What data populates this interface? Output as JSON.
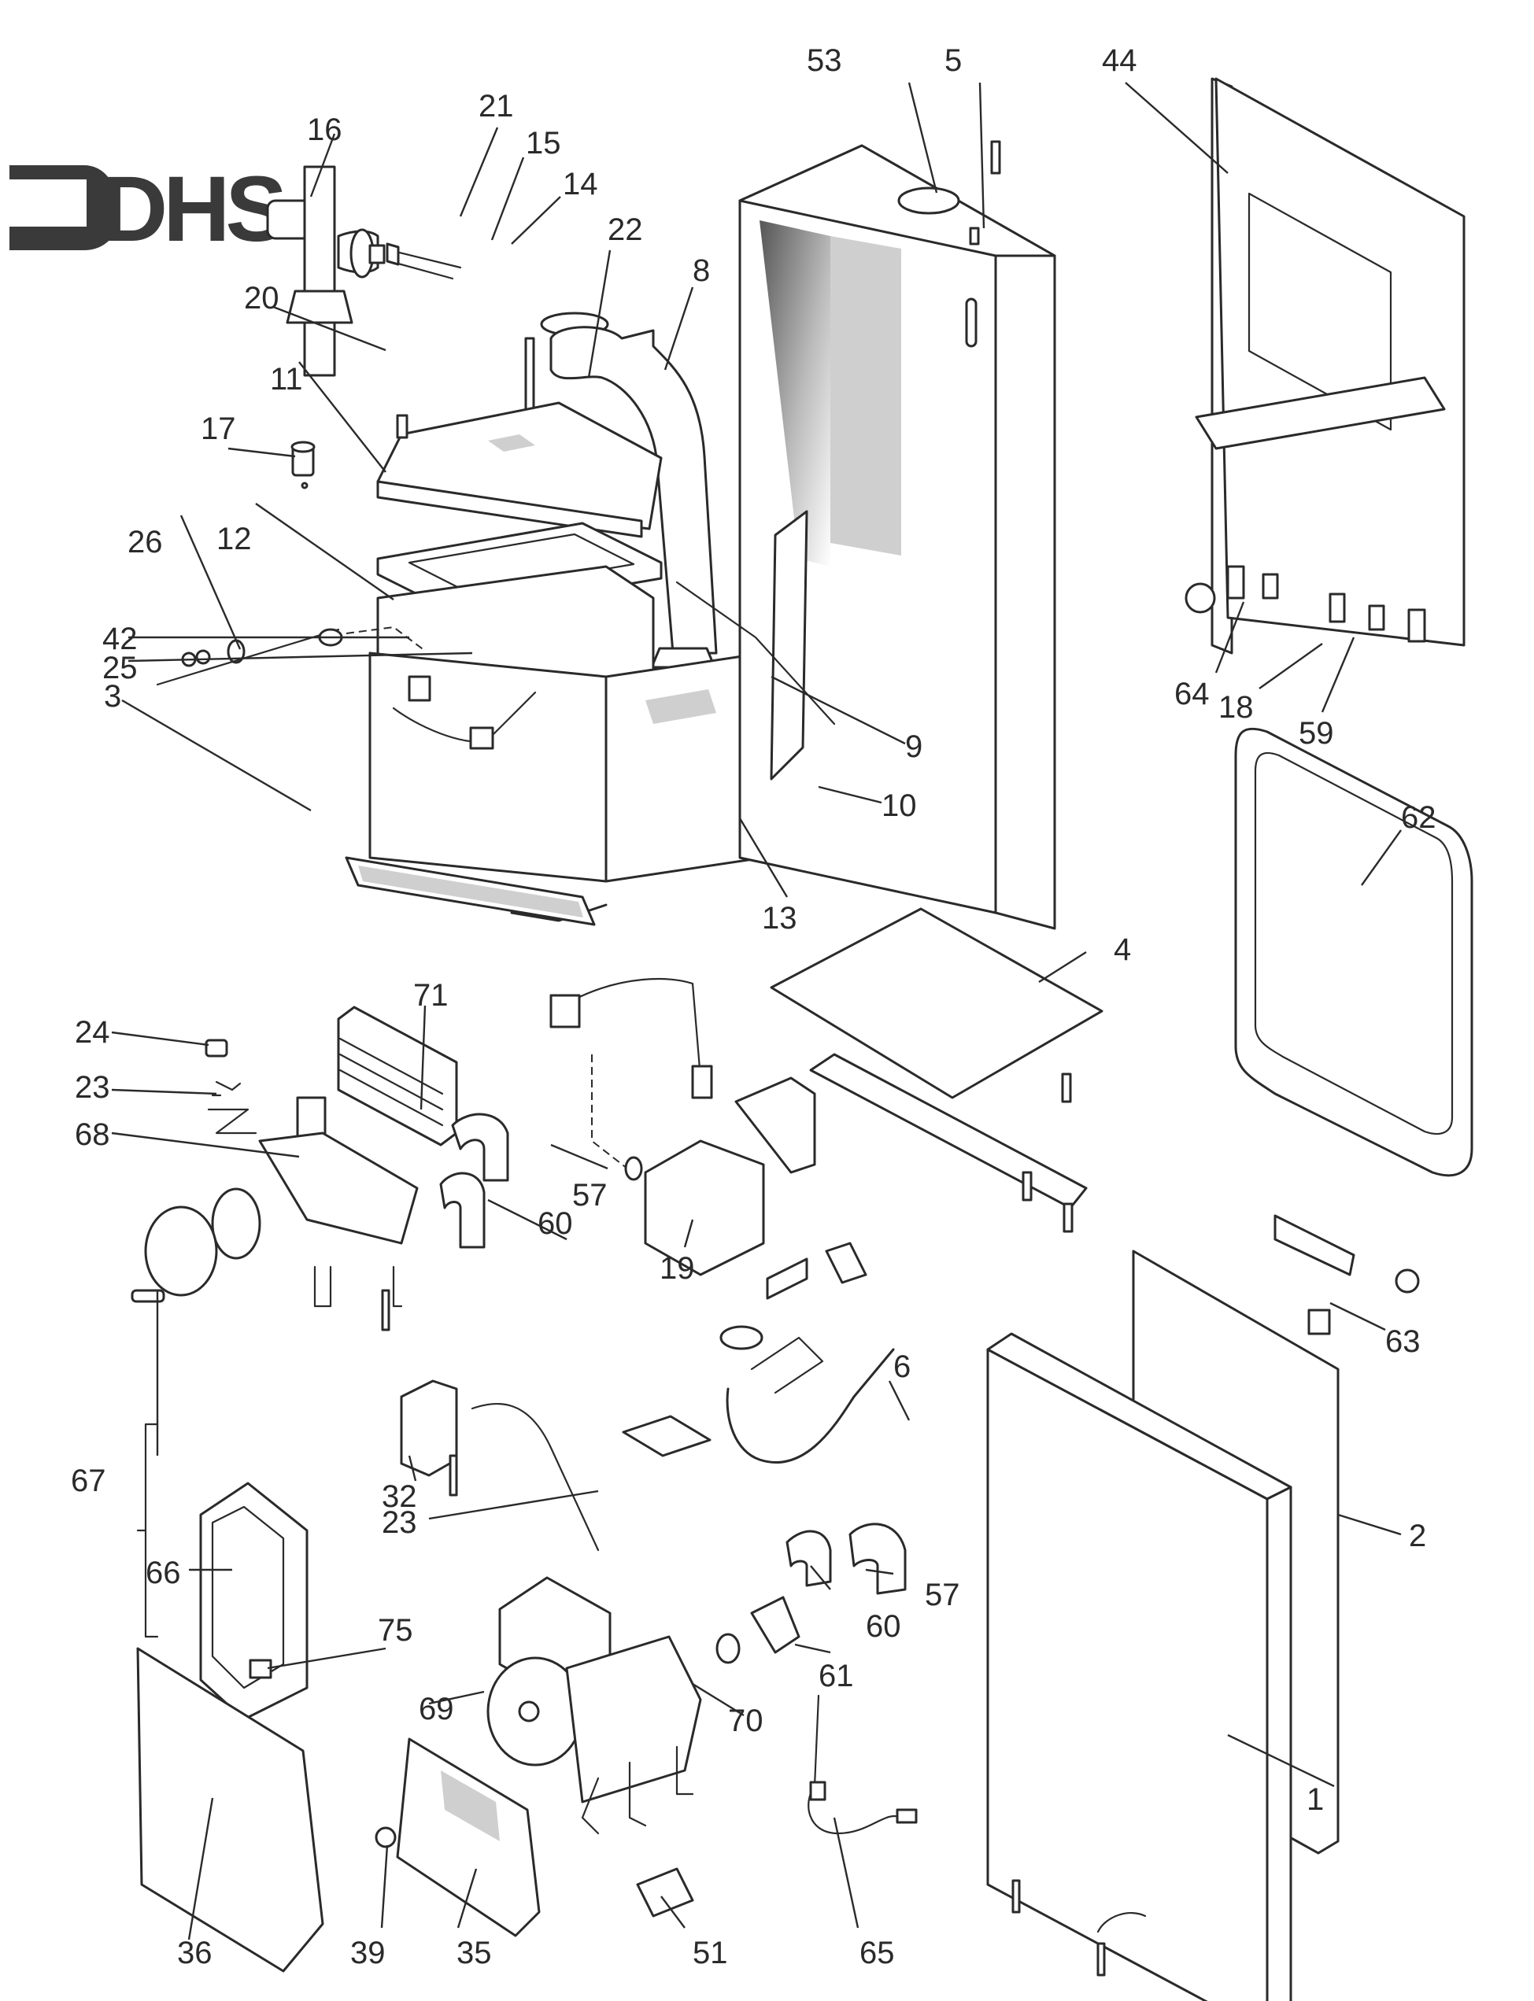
{
  "diagram": {
    "title": "Boiler exploded parts diagram",
    "logo": {
      "text": "DHS",
      "icon": "arrow-bracket-icon",
      "color": "#3a3a3a"
    },
    "line_color": "#2a2a2a",
    "background": "#ffffff",
    "callouts": [
      {
        "id": "c1",
        "label": "1",
        "part": "front-casing-panel"
      },
      {
        "id": "c2",
        "label": "2",
        "part": "control-panel-fascia"
      },
      {
        "id": "c3",
        "label": "3",
        "part": "combustion-chamber-front-gasket"
      },
      {
        "id": "c4",
        "label": "4",
        "part": "bottom-panel"
      },
      {
        "id": "c5",
        "label": "5",
        "part": "test-point"
      },
      {
        "id": "c6",
        "label": "6",
        "part": "condensate-trap-hose"
      },
      {
        "id": "c8",
        "label": "8",
        "part": "flue-duct"
      },
      {
        "id": "c9",
        "label": "9",
        "part": "seal-gasket"
      },
      {
        "id": "c10",
        "label": "10",
        "part": "side-insulation-panel"
      },
      {
        "id": "c11",
        "label": "11",
        "part": "fan-hood"
      },
      {
        "id": "c12",
        "label": "12",
        "part": "hood-gasket"
      },
      {
        "id": "c13",
        "label": "13",
        "part": "heat-exchanger"
      },
      {
        "id": "c14",
        "label": "14",
        "part": "gas-injector-nut"
      },
      {
        "id": "c15",
        "label": "15",
        "part": "venturi"
      },
      {
        "id": "c16",
        "label": "16",
        "part": "fan"
      },
      {
        "id": "c17",
        "label": "17",
        "part": "automatic-air-vent"
      },
      {
        "id": "c18",
        "label": "18",
        "part": "isolation-valve"
      },
      {
        "id": "c19",
        "label": "19",
        "part": "gas-valve"
      },
      {
        "id": "c20",
        "label": "20",
        "part": "fan-bracket"
      },
      {
        "id": "c21",
        "label": "21",
        "part": "fan-gasket"
      },
      {
        "id": "c22",
        "label": "22",
        "part": "flue-sensor"
      },
      {
        "id": "c23a",
        "label": "23",
        "part": "clip-upper"
      },
      {
        "id": "c23b",
        "label": "23",
        "part": "clip-lower"
      },
      {
        "id": "c24",
        "label": "24",
        "part": "sensor"
      },
      {
        "id": "c25",
        "label": "25",
        "part": "ignition-lead"
      },
      {
        "id": "c26",
        "label": "26",
        "part": "electrode"
      },
      {
        "id": "c32",
        "label": "32",
        "part": "condensate-trap"
      },
      {
        "id": "c35",
        "label": "35",
        "part": "control-box-cover"
      },
      {
        "id": "c36",
        "label": "36",
        "part": "control-pcb-housing"
      },
      {
        "id": "c39",
        "label": "39",
        "part": "switch"
      },
      {
        "id": "c42",
        "label": "42",
        "part": "inspection-window"
      },
      {
        "id": "c44",
        "label": "44",
        "part": "wall-mounting-plate"
      },
      {
        "id": "c51",
        "label": "51",
        "part": "terminal-block"
      },
      {
        "id": "c53",
        "label": "53",
        "part": "flue-seal"
      },
      {
        "id": "c57a",
        "label": "57",
        "part": "pipe-elbow-upper"
      },
      {
        "id": "c57b",
        "label": "57",
        "part": "pipe-elbow-lower"
      },
      {
        "id": "c59",
        "label": "59",
        "part": "filling-valve"
      },
      {
        "id": "c60a",
        "label": "60",
        "part": "pipe-bend-upper"
      },
      {
        "id": "c60b",
        "label": "60",
        "part": "pipe-bend-lower"
      },
      {
        "id": "c61",
        "label": "61",
        "part": "pump-outlet-connector"
      },
      {
        "id": "c62",
        "label": "62",
        "part": "expansion-vessel"
      },
      {
        "id": "c63",
        "label": "63",
        "part": "expansion-vessel-connector"
      },
      {
        "id": "c64",
        "label": "64",
        "part": "pressure-gauge"
      },
      {
        "id": "c65",
        "label": "65",
        "part": "temperature-sensor"
      },
      {
        "id": "c66",
        "label": "66",
        "part": "actuator-cover"
      },
      {
        "id": "c67",
        "label": "67",
        "part": "diverter-actuator-assembly"
      },
      {
        "id": "c68",
        "label": "68",
        "part": "diverter-valve-body"
      },
      {
        "id": "c69",
        "label": "69",
        "part": "pump-head"
      },
      {
        "id": "c70",
        "label": "70",
        "part": "pump-body"
      },
      {
        "id": "c71",
        "label": "71",
        "part": "plate-heat-exchanger"
      },
      {
        "id": "c75",
        "label": "75",
        "part": "fuse-holder"
      }
    ]
  }
}
